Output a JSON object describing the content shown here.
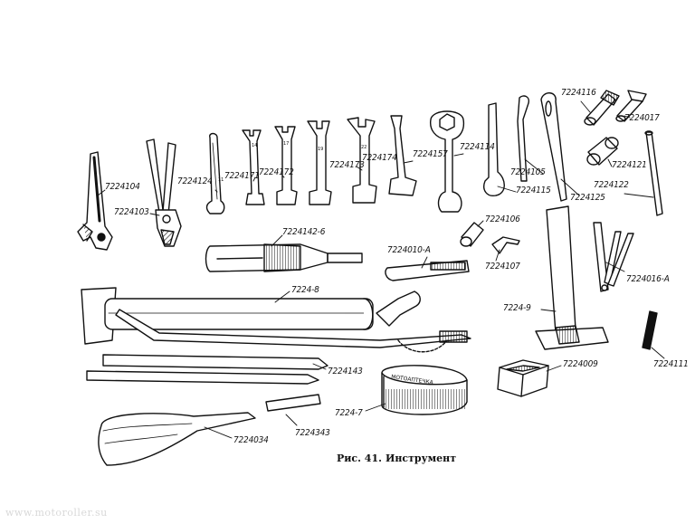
{
  "caption": {
    "fig": "Рис. 41.",
    "title": "Инструмент"
  },
  "watermark": "www.motoroller.su",
  "labels": {
    "l7224104": "7224104",
    "l7224103": "7224103",
    "l7224124": "7224124",
    "l7224171": "7224171",
    "l7224172": "7224172",
    "l7224173": "7224173",
    "l7224174": "7224174",
    "l7224157": "7224157",
    "l7224114": "7224114",
    "l7224115": "7224115",
    "l7224105": "7224105",
    "l7224116": "7224116",
    "l7224017": "7224017",
    "l7224121": "7224121",
    "l7224122": "7224122",
    "l7224125": "7224125",
    "l7224106": "7224106",
    "l7224107": "7224107",
    "l7224142_6": "7224142-6",
    "l7224010_a": "7224010-А",
    "l7224016_a": "7224016-А",
    "l7224_8": "7224-8",
    "l7224_9": "7224-9",
    "l7224143": "7224143",
    "l7224009": "7224009",
    "l7224111": "7224111",
    "l7224_7": "7224-7",
    "l7224034": "7224034",
    "l7224343": "7224343"
  },
  "stamps": {
    "wrench_sizes": [
      "11",
      "14",
      "17",
      "19",
      "22"
    ],
    "box_text": "МОТОАПТЕЧКА"
  }
}
